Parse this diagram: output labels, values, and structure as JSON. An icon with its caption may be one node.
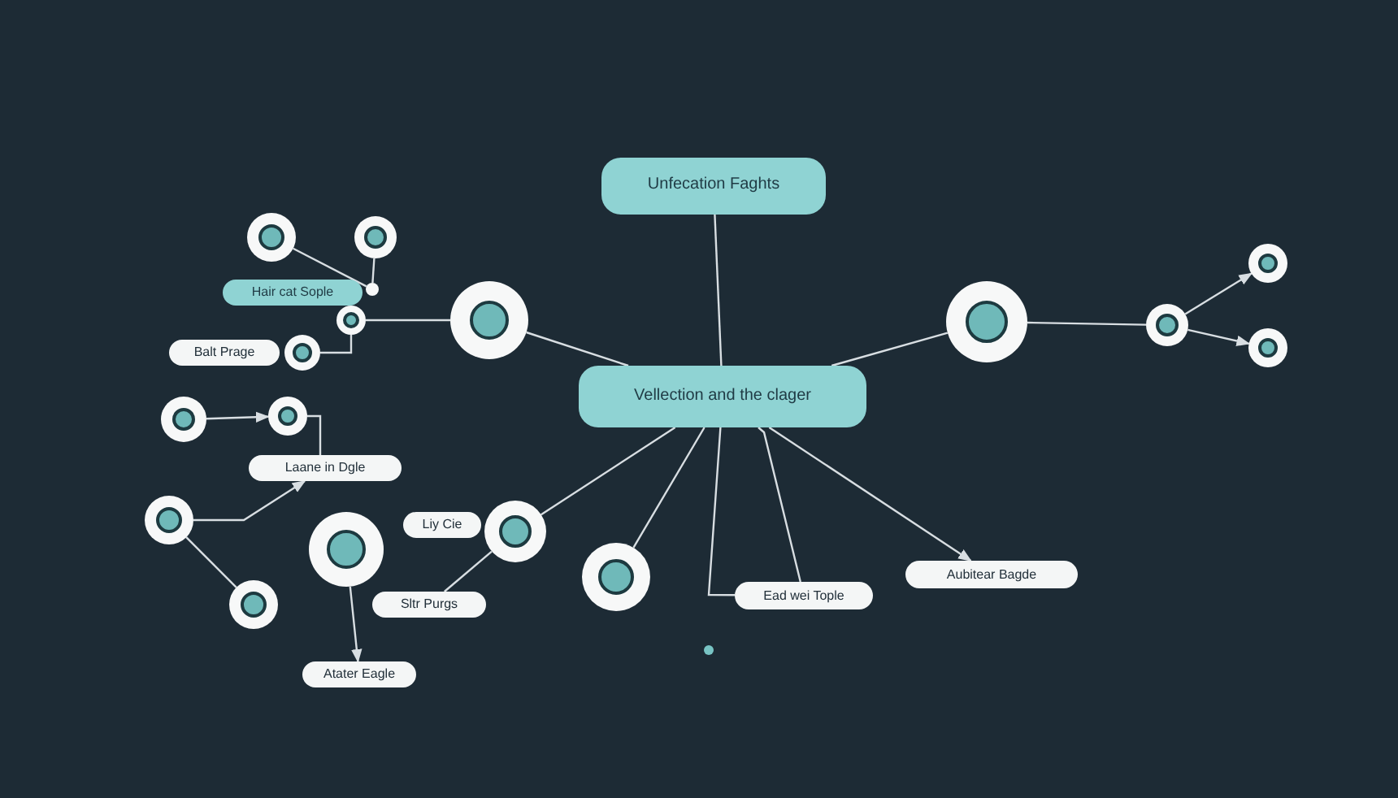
{
  "diagram": {
    "nodes": [
      {
        "text": [
          "Unfecation Faghts"
        ]
      },
      {
        "text": [
          "Vellection and the clager"
        ]
      },
      {
        "text": [],
        "shape": "circle"
      },
      {
        "text": [],
        "shape": "circle"
      },
      {
        "text": [],
        "shape": "circle"
      },
      {
        "text": [
          "Hair cat Sople"
        ]
      },
      {
        "text": [],
        "shape": "circle"
      },
      {
        "text": [],
        "shape": "circle"
      },
      {
        "text": [
          "Balt Prage"
        ]
      },
      {
        "text": [],
        "shape": "circle"
      },
      {
        "text": [],
        "shape": "circle"
      },
      {
        "text": [],
        "shape": "circle"
      },
      {
        "text": [
          "Laane in Dgle"
        ]
      },
      {
        "text": [],
        "shape": "circle"
      },
      {
        "text": [],
        "shape": "circle"
      },
      {
        "text": [],
        "shape": "circle"
      },
      {
        "text": [
          "Atater Eagle"
        ]
      },
      {
        "text": [
          "Liy Cie"
        ]
      },
      {
        "text": [],
        "shape": "circle"
      },
      {
        "text": [
          "Sltr Purgs"
        ]
      },
      {
        "text": [],
        "shape": "circle"
      },
      {
        "text": [
          "Ead wei Tople"
        ]
      },
      {
        "text": [
          "Aubitear Bagde"
        ]
      },
      {
        "text": [],
        "shape": "circle"
      },
      {
        "text": [],
        "shape": "circle"
      },
      {
        "text": [],
        "shape": "circle"
      },
      {
        "text": [],
        "shape": "circle"
      },
      {
        "text": [],
        "shape": "circle"
      }
    ],
    "edges": [
      {
        "from": 0,
        "to": 1,
        "arrow": "none"
      },
      {
        "from": 2,
        "to": 1,
        "arrow": "none"
      },
      {
        "from": 7,
        "to": 2,
        "arrow": "none"
      },
      {
        "from": 9,
        "to": 7,
        "arrow": "none"
      },
      {
        "from": 3,
        "to": 6,
        "arrow": "none"
      },
      {
        "from": 4,
        "to": 6,
        "arrow": "none"
      },
      {
        "from": 1,
        "to": 23,
        "arrow": "none"
      },
      {
        "from": 23,
        "to": 24,
        "arrow": "none"
      },
      {
        "from": 24,
        "to": 25,
        "arrow": "to"
      },
      {
        "from": 24,
        "to": 26,
        "arrow": "to"
      },
      {
        "from": 10,
        "to": 11,
        "arrow": "to"
      },
      {
        "from": 11,
        "to": 12,
        "arrow": "none"
      },
      {
        "from": 13,
        "to": 12,
        "arrow": "to"
      },
      {
        "from": 13,
        "to": 14,
        "arrow": "none"
      },
      {
        "from": 15,
        "to": 16,
        "arrow": "to"
      },
      {
        "from": 1,
        "to": 18,
        "arrow": "none"
      },
      {
        "from": 18,
        "to": 19,
        "arrow": "none"
      },
      {
        "from": 1,
        "to": 20,
        "arrow": "none"
      },
      {
        "from": 1,
        "to": 21,
        "arrow": "none"
      },
      {
        "from": 1,
        "to": 21,
        "arrow": "none"
      },
      {
        "from": 1,
        "to": 22,
        "arrow": "to"
      }
    ]
  }
}
